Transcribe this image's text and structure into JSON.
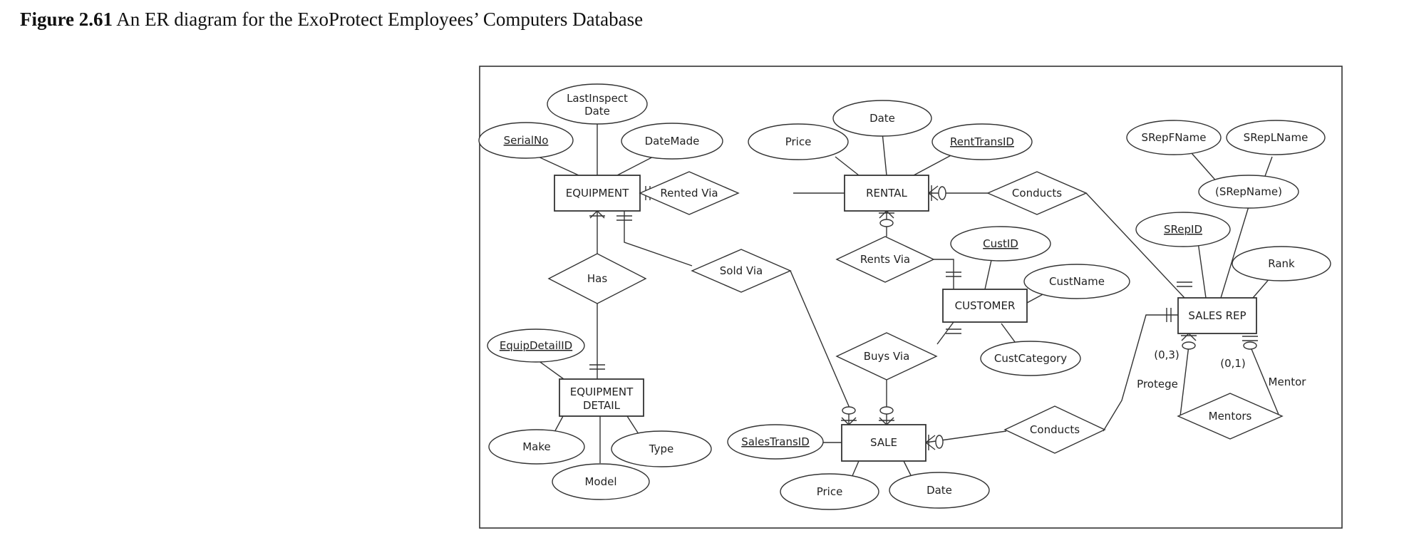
{
  "caption": {
    "label": "Figure 2.61",
    "text": "An ER diagram for the ExoProtect Employees’ Computers Database"
  },
  "entities": {
    "equipment": "EQUIPMENT",
    "rental": "RENTAL",
    "customer": "CUSTOMER",
    "sales_rep": "SALES REP",
    "equipment_detail_1": "EQUIPMENT",
    "equipment_detail_2": "DETAIL",
    "sale": "SALE"
  },
  "relationships": {
    "rented_via": "Rented Via",
    "conducts_rental": "Conducts",
    "rents_via": "Rents Via",
    "sold_via": "Sold Via",
    "has": "Has",
    "buys_via": "Buys Via",
    "conducts_sale": "Conducts",
    "mentors": "Mentors"
  },
  "attributes": {
    "last_inspect_1": "LastInspect",
    "last_inspect_2": "Date",
    "serial_no": "SerialNo",
    "date_made": "DateMade",
    "rental_price": "Price",
    "rental_date": "Date",
    "rent_trans_id": "RentTransID",
    "srep_fname": "SRepFName",
    "srep_lname": "SRepLName",
    "srep_name": "(SRepName)",
    "srep_id": "SRepID",
    "rank": "Rank",
    "cust_id": "CustID",
    "cust_name": "CustName",
    "cust_category": "CustCategory",
    "equip_detail_id": "EquipDetailID",
    "make": "Make",
    "model": "Model",
    "type": "Type",
    "sales_trans_id": "SalesTransID",
    "sale_price": "Price",
    "sale_date": "Date"
  },
  "annotations": {
    "protege_card": "(0,3)",
    "mentor_card": "(0,1)",
    "protege": "Protege",
    "mentor": "Mentor"
  }
}
